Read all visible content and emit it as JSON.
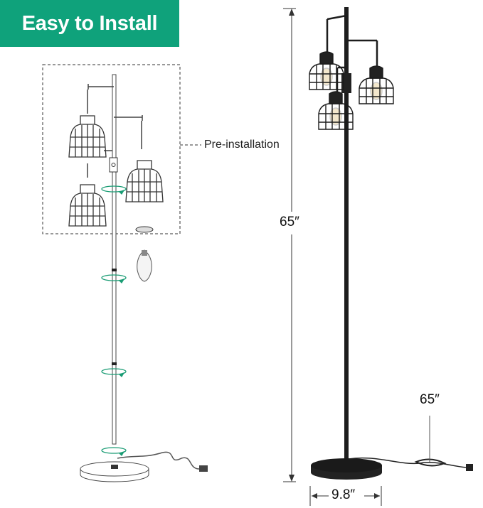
{
  "banner": {
    "title": "Easy to Install",
    "color": "#0fa27b"
  },
  "diagram": {
    "pre_installation_label": "Pre-installation",
    "height_label": "65″",
    "base_width_label": "9.8″",
    "cord_length_label": "65″",
    "rotate_arrow_color": "#1a9c74"
  }
}
